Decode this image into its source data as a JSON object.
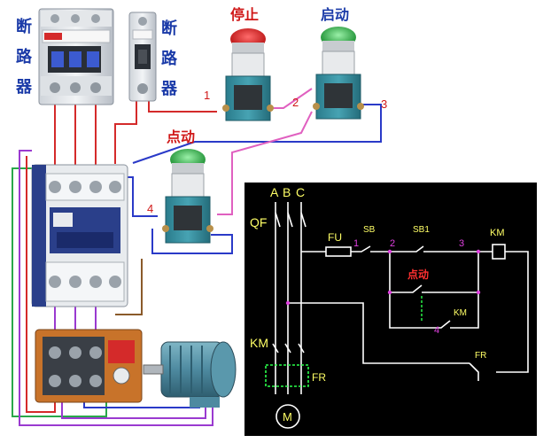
{
  "labels": {
    "breaker_3p": [
      "断",
      "路",
      "器"
    ],
    "breaker_1p": [
      "断",
      "路",
      "器"
    ],
    "stop_button": "停止",
    "start_button": "启动",
    "jog_button": "点动",
    "wire_numbers": [
      "1",
      "2",
      "3",
      "4"
    ]
  },
  "schematic": {
    "phases": [
      "A",
      "B",
      "C"
    ],
    "qf": "QF",
    "fu": "FU",
    "sb": "SB",
    "sb1": "SB1",
    "km_coil": "KM",
    "km_aux": "KM",
    "km_main": "KM",
    "fr_left": "FR",
    "fr_right": "FR",
    "jog": "点动",
    "motor": "M",
    "nodes": [
      "1",
      "2",
      "3",
      "4"
    ]
  },
  "colors": {
    "background": "#ffffff",
    "schematic_bg": "#000000",
    "schematic_wire": "#ffffff",
    "schematic_text": "#ffff66",
    "node_number": "#e040e0",
    "label_blue": "#1a3aa8",
    "label_red": "#d01818",
    "wire_red": "#d42a2a",
    "wire_green": "#2aa84a",
    "wire_purple": "#9a3ad0",
    "wire_blue": "#2a3ac8",
    "wire_brown": "#8a5a2a",
    "wire_pink": "#e060c0"
  }
}
